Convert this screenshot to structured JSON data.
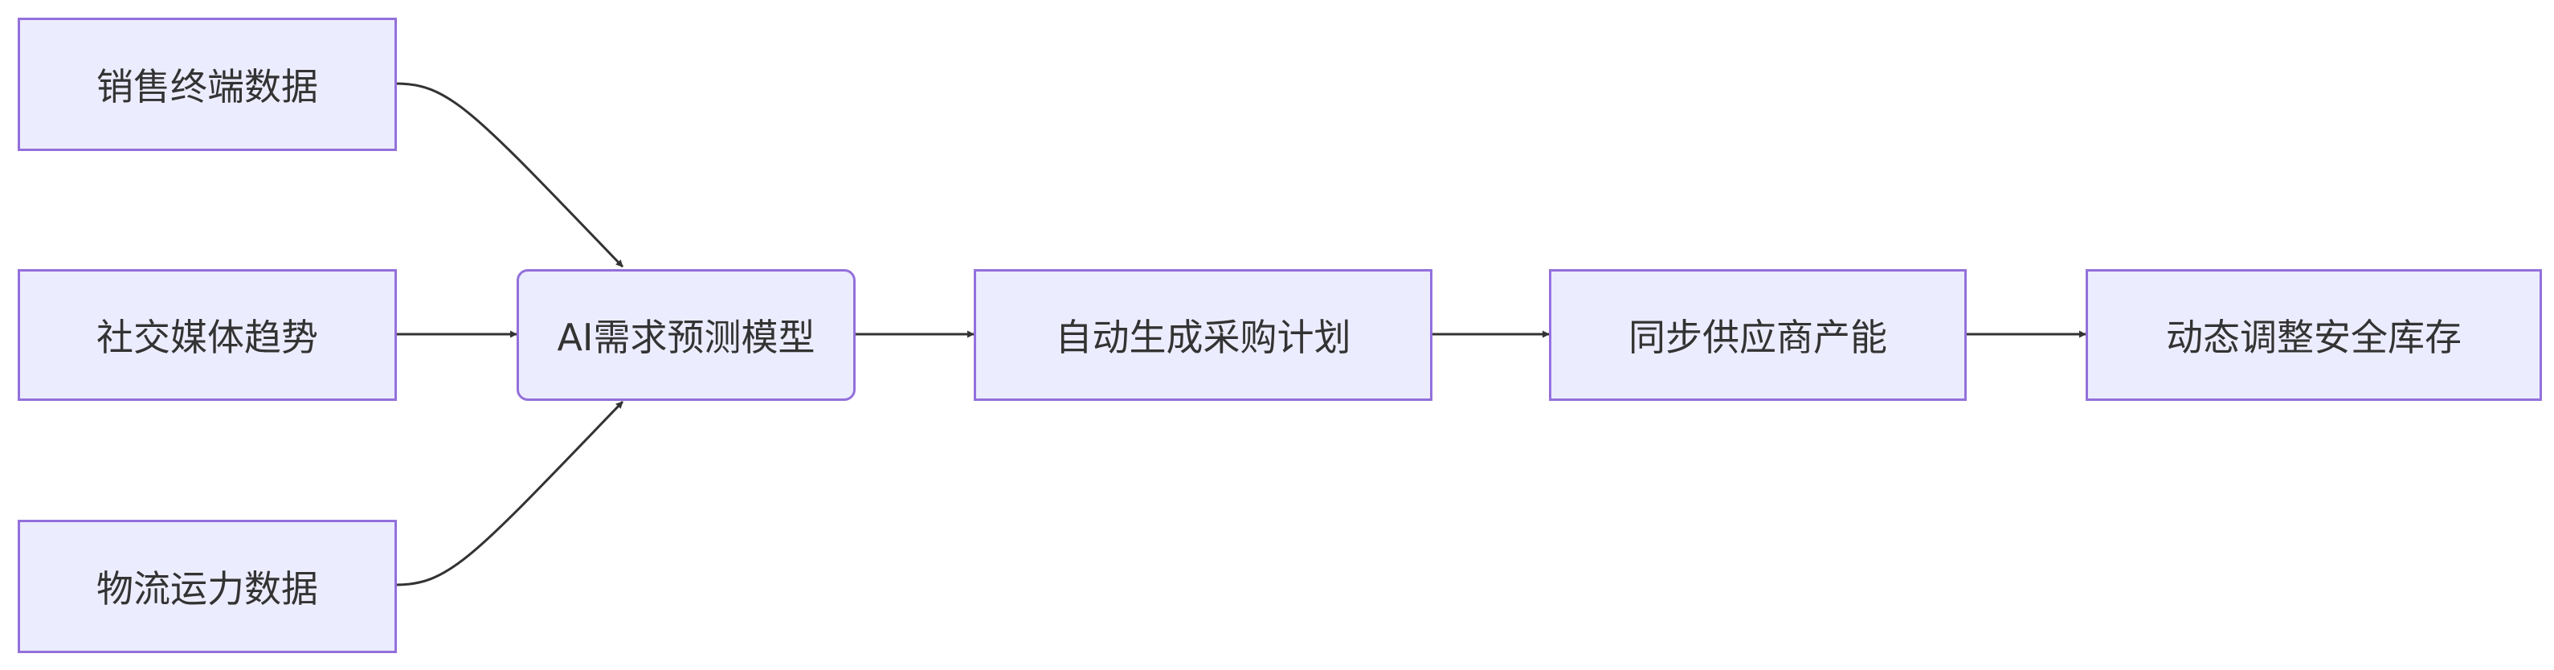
{
  "nodes": {
    "pos": "销售终端数据",
    "social": "社交媒体趋势",
    "logistics": "物流运力数据",
    "model": "AI需求预测模型",
    "plan": "自动生成采购计划",
    "sync": "同步供应商产能",
    "stock": "动态调整安全库存"
  },
  "colors": {
    "node_fill": "#ececff",
    "node_border": "#9370db",
    "edge": "#333333",
    "text": "#333333"
  },
  "edges": [
    [
      "pos",
      "model"
    ],
    [
      "social",
      "model"
    ],
    [
      "logistics",
      "model"
    ],
    [
      "model",
      "plan"
    ],
    [
      "plan",
      "sync"
    ],
    [
      "sync",
      "stock"
    ]
  ]
}
